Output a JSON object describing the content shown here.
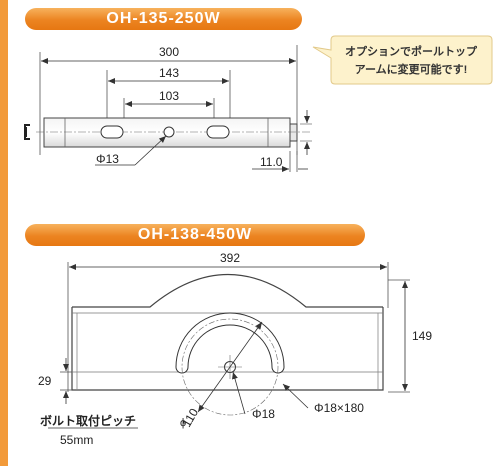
{
  "section1": {
    "title": "OH-135-250W",
    "dims": {
      "overall": "300",
      "outer_hole": "143",
      "inner_hole": "103",
      "hole_dia": "Φ13",
      "end_len": "11.0"
    },
    "callout": {
      "line1": "オプションでポールトップ",
      "line2": "アームに変更可能です!"
    }
  },
  "section2": {
    "title": "OH-138-450W",
    "dims": {
      "width": "392",
      "height": "149",
      "base": "29",
      "arc": "110",
      "hole": "Φ18",
      "slot": "Φ18×180"
    },
    "pitch_label": "ボルト取付ピッチ",
    "pitch_value": "55mm"
  },
  "colors": {
    "accent": "#ec8421",
    "callout_bg": "#fdf2cc",
    "callout_border": "#e2c98a"
  }
}
